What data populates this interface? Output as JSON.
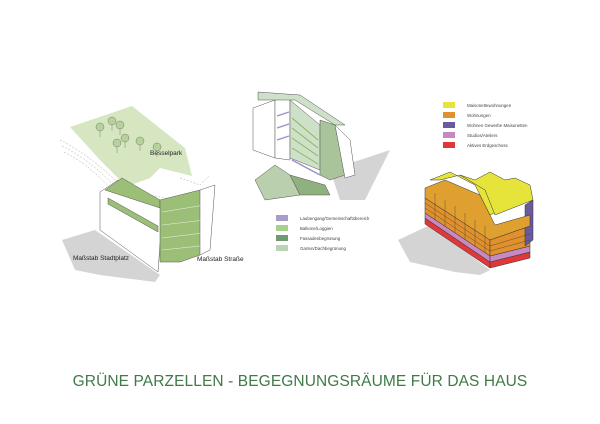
{
  "title": "GRÜNE PARZELLEN - BEGEGNUNGSRÄUME FÜR DAS HAUS",
  "left_diagram": {
    "labels": {
      "park": "Besselpark",
      "stadtplatz": "Maßstab Stadtplatz",
      "strasse": "Maßstab Straße"
    }
  },
  "middle_legend": [
    {
      "label": "Laubengang/Gemeinschaftsbereich",
      "color": "#a89cc8"
    },
    {
      "label": "Balkone/Loggien",
      "color": "#a8d08a"
    },
    {
      "label": "Fassadenbegrünung",
      "color": "#6e9a72"
    },
    {
      "label": "Garten/Dachbegrünung",
      "color": "#b8d4b4"
    }
  ],
  "right_legend": [
    {
      "label": "Maisonettewohnungen",
      "color": "#e6e43a"
    },
    {
      "label": "Wohnungen",
      "color": "#e0902c"
    },
    {
      "label": "Wohnen Gewerbe Maisonetten",
      "color": "#6a5a9e"
    },
    {
      "label": "Studios/Ateliers",
      "color": "#c888c0"
    },
    {
      "label": "Aktives Erdgeschoss",
      "color": "#e03838"
    }
  ],
  "colors": {
    "title": "#3f7a48",
    "park": "#d6e6c0",
    "shadow": "#d4d4d4",
    "green_facade": "#9cbf78"
  }
}
